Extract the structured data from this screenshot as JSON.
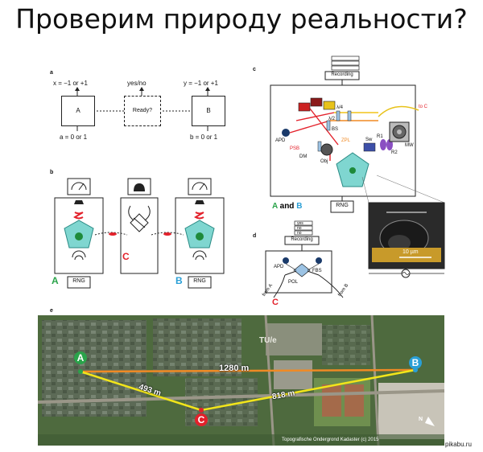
{
  "title": "Проверим природу реальности?",
  "panel_a": {
    "letter": "a",
    "x_label": "x = −1 or +1",
    "y_label": "y = −1 or +1",
    "yesno": "yes/no",
    "box_a": "A",
    "box_b": "B",
    "ready": "Ready?",
    "a_label": "a = 0 or 1",
    "b_label": "b = 0 or 1"
  },
  "panel_b": {
    "letter": "b",
    "label_a": "A",
    "label_b": "B",
    "label_c": "C",
    "rng_left": "RNG",
    "rng_right": "RNG"
  },
  "panel_c": {
    "letter": "c",
    "recording": "Recording",
    "apd": "APD",
    "psb": "PSB",
    "dm": "DM",
    "obj": "Obj",
    "bs": "BS",
    "zpl": "ZPL",
    "half": "λ/2",
    "quarter": "λ/4",
    "sw": "Sw",
    "r1": "R1",
    "r2": "R2",
    "mw": "MW",
    "to_c": "to C",
    "rng": "RNG",
    "a_and_b": [
      "A",
      " and ",
      "B"
    ],
    "scale": "10 µm"
  },
  "panel_d": {
    "letter": "d",
    "recording": "Recording",
    "yes": "yes",
    "no1": "no",
    "no2": "no",
    "apd": "APD",
    "fbs": "FBS",
    "pol": "POL",
    "from_a": "from A",
    "from_b": "from B",
    "label_c": "C"
  },
  "panel_e": {
    "letter": "e",
    "dist_ab": "1280 m",
    "dist_ac": "493 m",
    "dist_bc": "818 m",
    "label_a": "A",
    "label_b": "B",
    "label_c": "C",
    "tu_text": "TU/e",
    "credit": "Topografische Ondergrond Kadaster (c) 2015",
    "north": "N"
  },
  "watermark": "pikabu.ru",
  "colors": {
    "red": "#e3212b",
    "green": "#2aa34a",
    "blue": "#2a9fd6",
    "map_line": "#f2e51a",
    "map_orange": "#f08a24"
  }
}
